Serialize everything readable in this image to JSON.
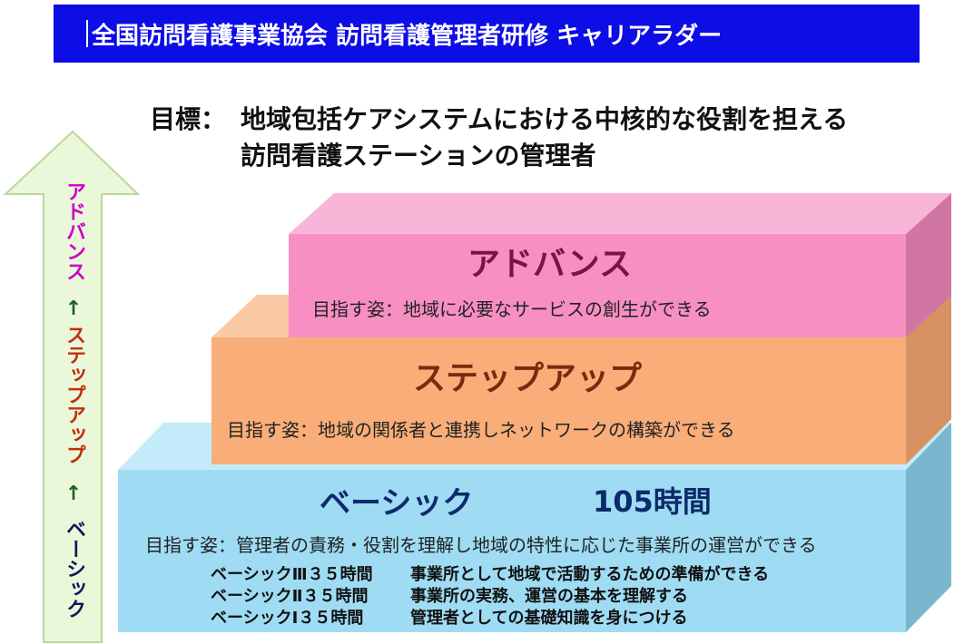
{
  "header": {
    "title": "全国訪問看護事業協会 訪問看護管理者研修 キャリアラダー"
  },
  "goal": {
    "label": "目標：",
    "line1": "地域包括ケアシステムにおける中核的な役割を担える",
    "line2": "訪問看護ステーションの管理者"
  },
  "side_arrow": {
    "advance": "アドバンス",
    "up1": "↑",
    "stepup": "ステップアップ",
    "up2": "↑",
    "basic": "ベーシック"
  },
  "levels": {
    "advance": {
      "title": "アドバンス",
      "aim": "目指す姿：地域に必要なサービスの創生ができる"
    },
    "stepup": {
      "title": "ステップアップ",
      "aim": "目指す姿：地域の関係者と連携しネットワークの構築ができる"
    },
    "basic": {
      "title": "ベーシック",
      "hours": "105時間",
      "aim": "目指す姿：管理者の責務・役割を理解し地域の特性に応じた事業所の運営ができる",
      "sublevels": [
        {
          "name": "ベーシックⅢ３５時間",
          "desc": "事業所として地域で活動するための準備ができる"
        },
        {
          "name": "ベーシックⅡ３５時間",
          "desc": "事業所の実務、運営の基本を理解する"
        },
        {
          "name": "ベーシックⅠ３５時間",
          "desc": "管理者としての基礎知識を身につける"
        }
      ]
    }
  },
  "colors": {
    "header_bg": "#0d0de6",
    "advance_front": "#f78fc3",
    "stepup_front": "#f9ad78",
    "basic_front": "#9fdcf4",
    "arrow_fill": "#eaf7d9"
  }
}
